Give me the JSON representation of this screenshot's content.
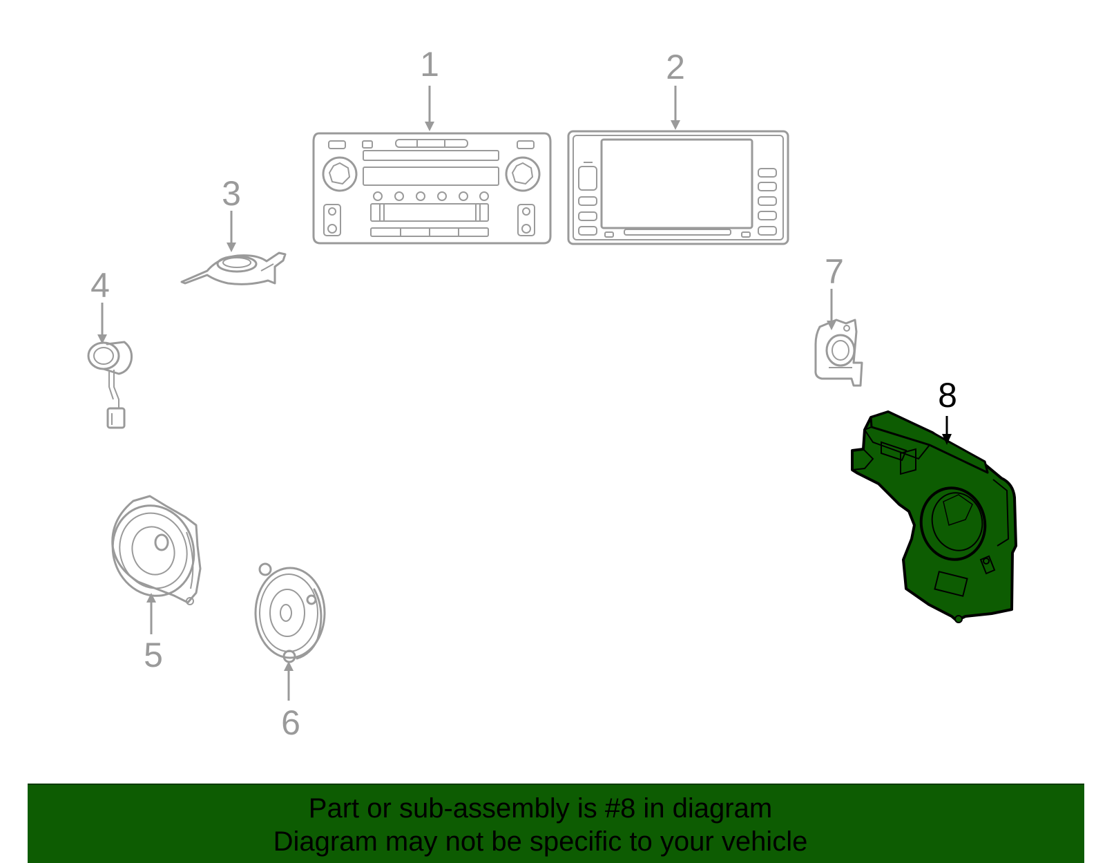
{
  "callouts": [
    {
      "num": "1"
    },
    {
      "num": "2"
    },
    {
      "num": "3"
    },
    {
      "num": "4"
    },
    {
      "num": "5"
    },
    {
      "num": "6"
    },
    {
      "num": "7"
    },
    {
      "num": "8"
    }
  ],
  "highlighted_part": "8",
  "colors": {
    "highlight_fill": "#0d5c02",
    "banner_bg": "#0d5c02",
    "part_stroke": "#9a9a9a",
    "highlight_stroke": "#000000"
  },
  "banner": {
    "line1": "Part or sub-assembly is #8 in diagram",
    "line2": "Diagram may not be specific to your vehicle"
  }
}
